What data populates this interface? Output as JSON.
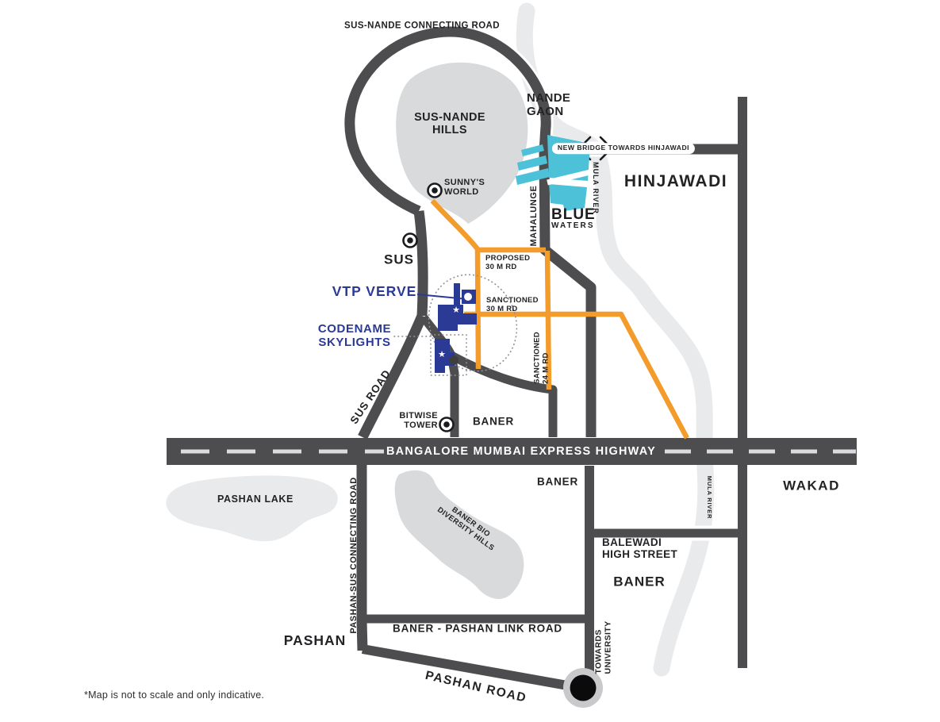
{
  "map": {
    "labels": {
      "sus_nande_connecting_road": "SUS-NANDE CONNECTING ROAD",
      "sus_nande_hills": "SUS-NANDE\nHILLS",
      "nande_gaon": "NANDE\nGAON",
      "new_bridge": "NEW BRIDGE TOWARDS HINJAWADI",
      "mula_river_top": "MULA RIVER",
      "hinjawadi": "HINJAWADI",
      "blue_waters_line1": "BLUE",
      "blue_waters_line2": "WATERS",
      "mahalunge": "MAHALUNGE",
      "sunnys_world": "SUNNY'S\nWORLD",
      "sus": "SUS",
      "proposed_30_m_rd": "PROPOSED\n30 M RD",
      "vtp_verve": "VTP VERVE",
      "sanctioned_30_m_rd": "SANCTIONED\n30 M RD",
      "codename_skylights": "CODENAME\nSKYLIGHTS",
      "sanctioned_24_m_rd": "SANCTIONED\n24 M RD",
      "sus_road": "SUS ROAD",
      "bitwise_tower": "BITWISE\nTOWER",
      "baner_above_highway": "BANER",
      "highway": "BANGALORE MUMBAI EXPRESS HIGHWAY",
      "pashan_lake": "PASHAN LAKE",
      "pashan_sus_connecting_road": "PASHAN-SUS CONNECTING ROAD",
      "baner_bio_diversity_hills": "BANER BIO\nDIVERSITY HILLS",
      "baner_below_highway": "BANER",
      "mula_river_right": "MULA RIVER",
      "wakad": "WAKAD",
      "balewadi_high_street": "BALEWADI\nHIGH STREET",
      "baner_right": "BANER",
      "baner_pashan_link_road": "BANER - PASHAN LINK ROAD",
      "pashan": "PASHAN",
      "towards_university": "TOWARDS\nUNIVERSITY",
      "pashan_road": "PASHAN ROAD",
      "footnote": "*Map is not to scale and only indicative."
    },
    "icons": {
      "star": "★"
    },
    "colors": {
      "road": "#4d4d4f",
      "dash": "#dcdcde",
      "orange": "#f39b2b",
      "navy": "#2b3a94",
      "teal": "#4cc1d8",
      "hills": "#d9dadb",
      "water": "#e9eaec",
      "ink": "#232325"
    }
  }
}
